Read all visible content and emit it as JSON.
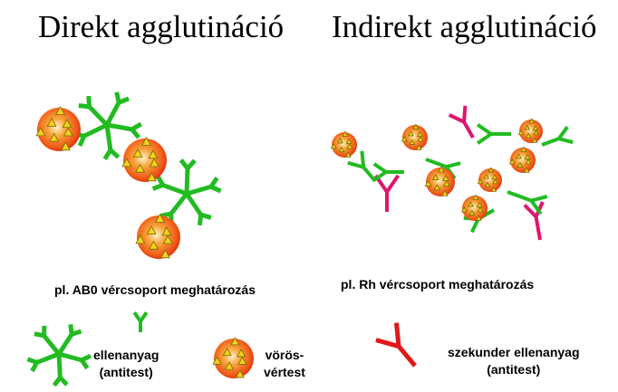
{
  "titles": {
    "direct": "Direkt agglutináció",
    "indirect": "Indirekt agglutináció"
  },
  "captions": {
    "direct": "pl. AB0 vércsoport meghatározás",
    "indirect": "pl. Rh vércsoport meghatározás"
  },
  "legend": {
    "antibody": [
      "ellenanyag",
      "(antitest)"
    ],
    "rbc": [
      "vörös-",
      "vértest"
    ],
    "secondary": [
      "szekunder ellenanyag",
      "(antitest)"
    ]
  },
  "colors": {
    "antibody": "#22bb22",
    "secondary_inline": "#e0156e",
    "secondary_legend": "#e01818",
    "rbc_core": "#f7821c",
    "rbc_rim": "#dd2a0c",
    "antigen": "#f2d21c"
  }
}
